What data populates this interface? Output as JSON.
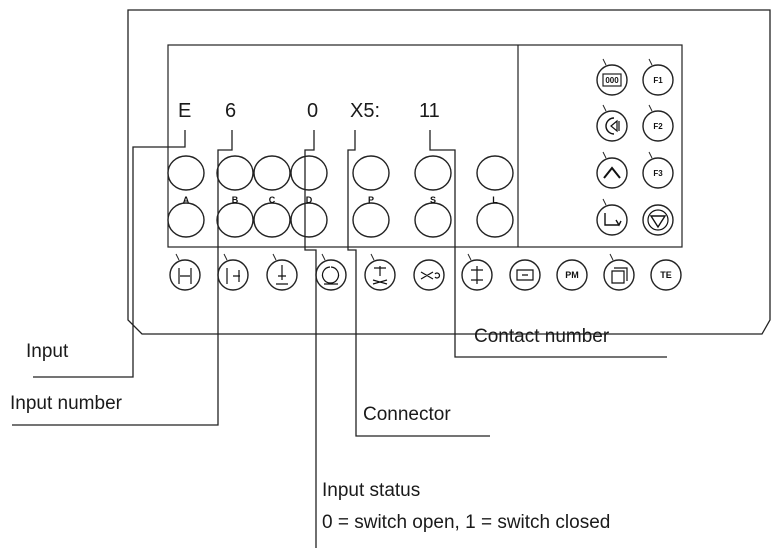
{
  "display": {
    "field_input": "E",
    "field_input_number": "6",
    "field_status": "0",
    "field_connector": "X5:",
    "field_contact": "11"
  },
  "keypad": {
    "upper_keys": [
      {
        "id": "a",
        "letter": "A"
      },
      {
        "id": "b",
        "letter": "B"
      },
      {
        "id": "c",
        "letter": "C"
      },
      {
        "id": "d",
        "letter": "D"
      },
      {
        "id": "p",
        "letter": "P"
      },
      {
        "id": "s",
        "letter": "S"
      },
      {
        "id": "l",
        "letter": "L"
      }
    ],
    "side_keys": {
      "f1": "F1",
      "f2": "F2",
      "f3": "F3",
      "counter_label": "000"
    },
    "bottom_keys": {
      "pm": "PM",
      "te": "TE"
    }
  },
  "annotations": {
    "input": "Input",
    "input_number": "Input number",
    "input_status": "Input status",
    "status_legend": "0 = switch open, 1 = switch closed",
    "connector": "Connector",
    "contact_number": "Contact number"
  }
}
